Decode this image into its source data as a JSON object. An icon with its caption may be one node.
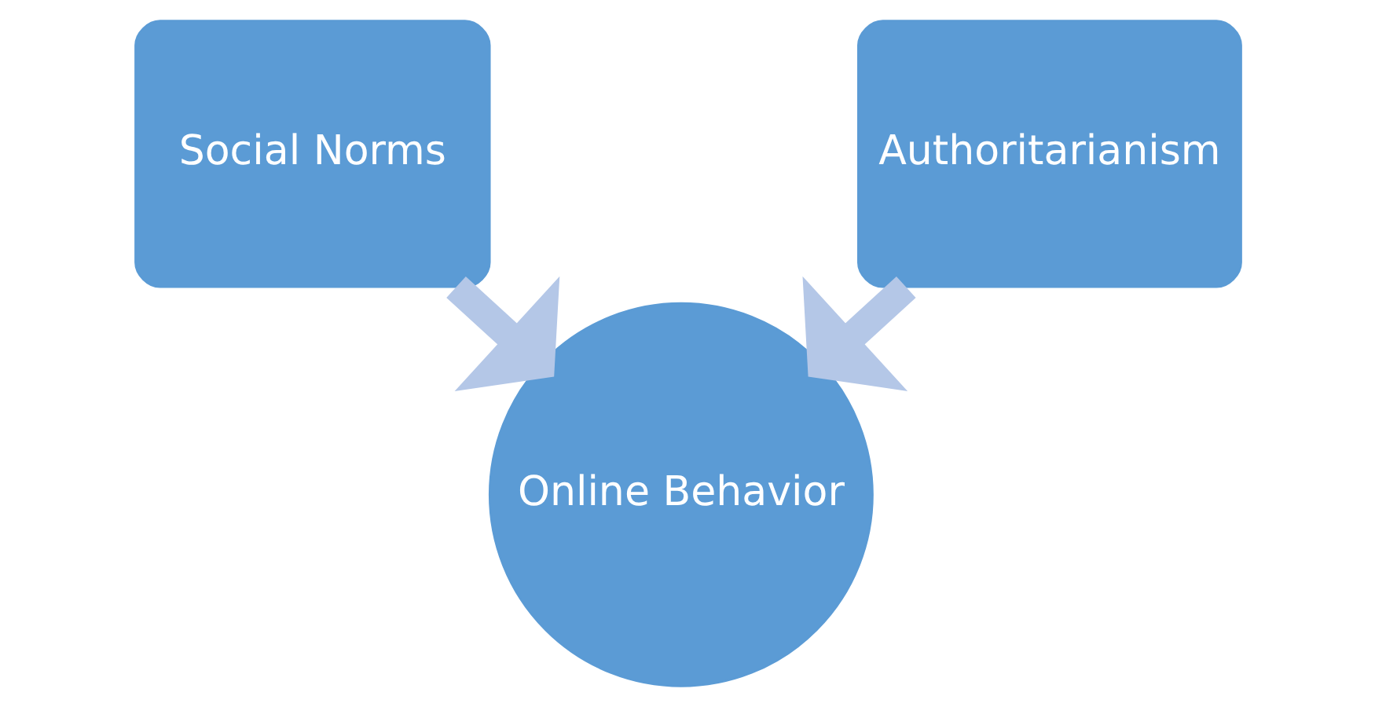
{
  "diagram": {
    "nodes": [
      {
        "text": [
          "Social Norms"
        ]
      },
      {
        "text": [
          "Authoritarianism"
        ]
      },
      {
        "text": [
          "Online Behavior"
        ]
      }
    ],
    "edges": [
      {
        "from": 0,
        "to": 2,
        "arrow": "to"
      },
      {
        "from": 1,
        "to": 2,
        "arrow": "to"
      }
    ]
  }
}
